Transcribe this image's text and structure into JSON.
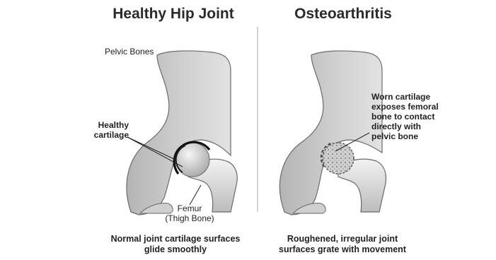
{
  "left_panel": {
    "title": "Healthy Hip Joint",
    "label_pelvic": "Pelvic Bones",
    "label_cartilage_line1": "Healthy",
    "label_cartilage_line2": "cartilage",
    "label_femur_line1": "Femur",
    "label_femur_line2": "(Thigh Bone)",
    "caption_line1": "Normal joint cartilage surfaces",
    "caption_line2": "glide smoothly"
  },
  "right_panel": {
    "title": "Osteoarthritis",
    "label_worn_line1": "Worn cartilage",
    "label_worn_line2": "exposes femoral",
    "label_worn_line3": "bone to contact",
    "label_worn_line4": "directly with",
    "label_worn_line5": "pelvic bone",
    "caption_line1": "Roughened, irregular joint",
    "caption_line2": "surfaces grate with movement"
  },
  "colors": {
    "bone_light": "#e6e6e6",
    "bone_mid": "#bdbdbd",
    "bone_dark": "#8f8f8f",
    "outline": "#555555",
    "cartilage": "#111111"
  }
}
